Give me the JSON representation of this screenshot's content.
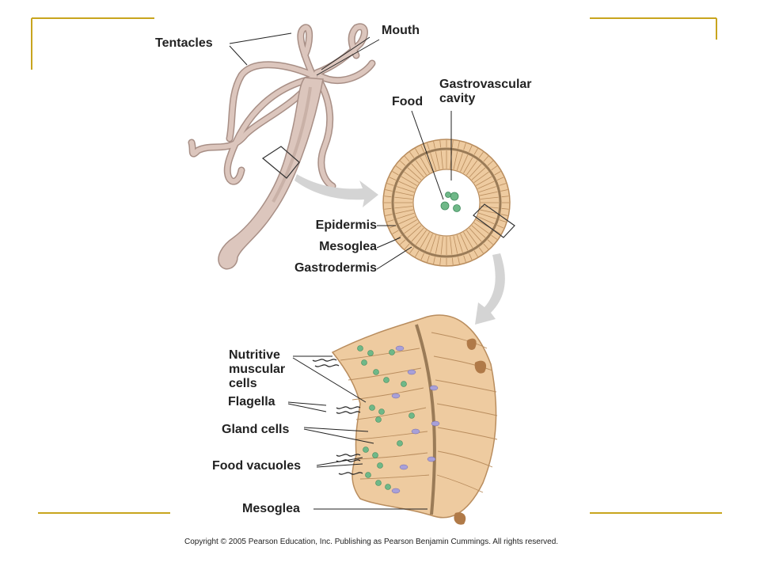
{
  "labels": {
    "tentacles": "Tentacles",
    "mouth": "Mouth",
    "food": "Food",
    "gastrovascular_cavity_1": "Gastrovascular",
    "gastrovascular_cavity_2": "cavity",
    "epidermis": "Epidermis",
    "mesoglea_top": "Mesoglea",
    "gastrodermis": "Gastrodermis",
    "nutritive_1": "Nutritive",
    "nutritive_2": "muscular",
    "nutritive_3": "cells",
    "flagella": "Flagella",
    "gland_cells": "Gland cells",
    "food_vacuoles": "Food vacuoles",
    "mesoglea_bottom": "Mesoglea"
  },
  "copyright": "Copyright © 2005 Pearson Education, Inc. Publishing as Pearson Benjamin Cummings. All rights reserved.",
  "colors": {
    "frame": "#c8a51e",
    "body": "#dcc6bd",
    "body_edge": "#a88f86",
    "tissue": "#eecba0",
    "tissue_edge": "#b98d5e",
    "mesoglea": "#9a7b57",
    "food": "#6fb888",
    "arrow": "#d4d4d4"
  }
}
